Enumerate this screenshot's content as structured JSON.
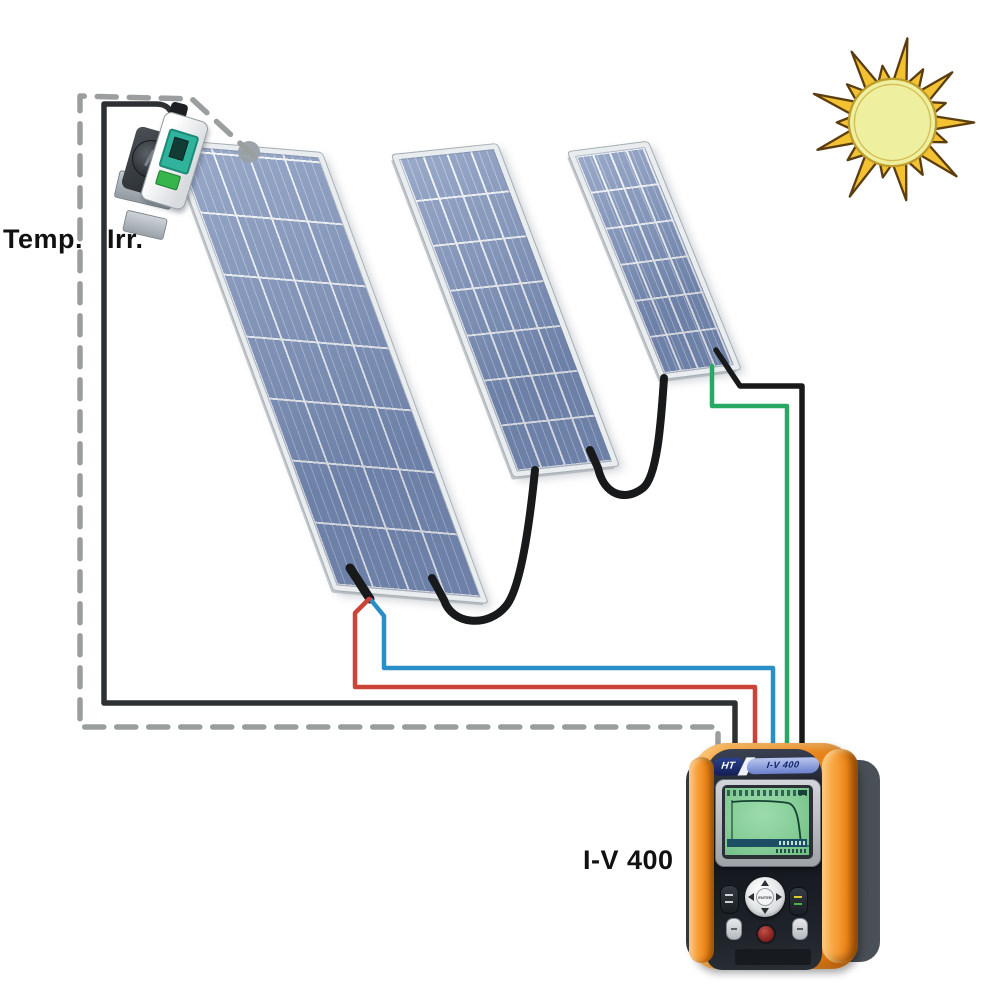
{
  "labels": {
    "temp": "Temp.",
    "irr": "Irr.",
    "instrument": "I-V 400"
  },
  "instrument": {
    "brand": "HT",
    "model": "I-V 400",
    "enter": "ENTER"
  },
  "panels": {
    "count": 3
  },
  "colors": {
    "wire_red": "#cc4437",
    "wire_blue": "#2a8fc7",
    "wire_green": "#27a965",
    "wire_black": "#2e3133",
    "cable_black": "#17191b",
    "dashed_gray": "#9a9e9f",
    "panel_cell_blue": "#7c91ba",
    "panel_frame": "#e9edef",
    "device_orange": "#ef8a1c",
    "lcd_green": "#8ed0a0",
    "sun_ray_yellow": "#f3c232",
    "sun_core_yellow": "#eef0a0",
    "sensor_teal": "#2fb39c"
  }
}
